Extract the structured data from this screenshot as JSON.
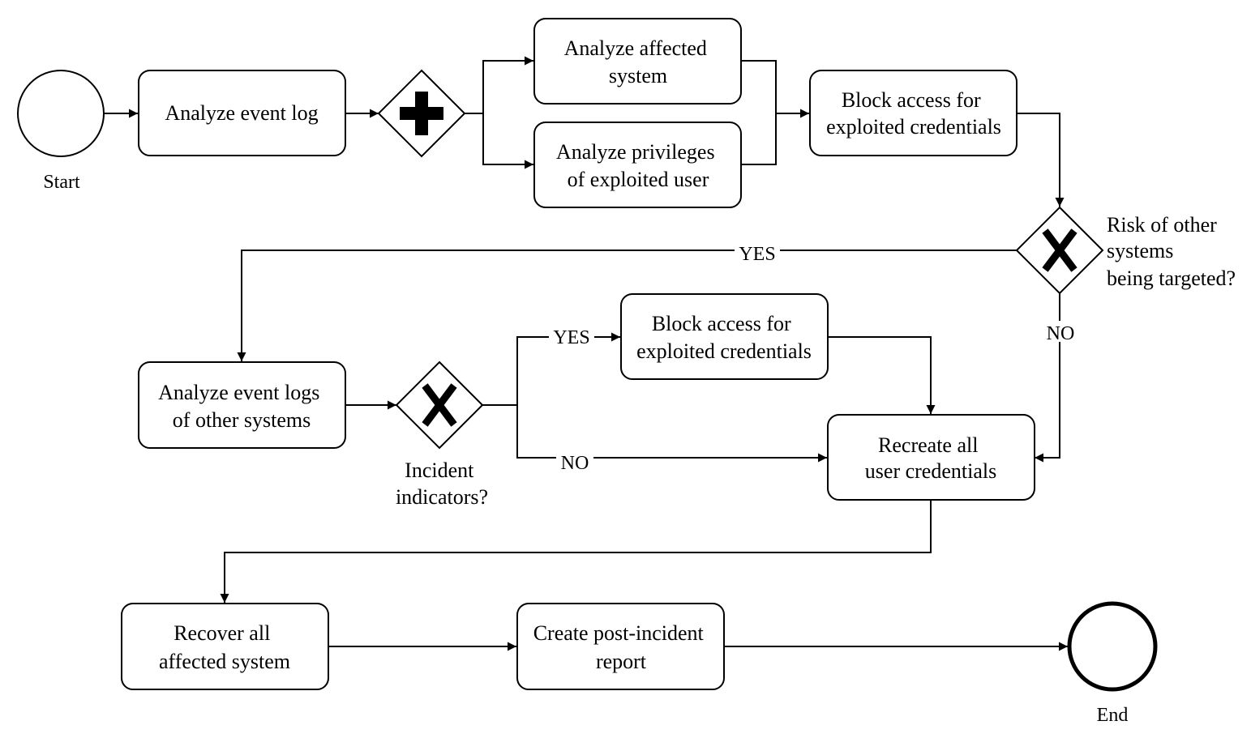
{
  "events": {
    "start": {
      "label": "Start"
    },
    "end": {
      "label": "End"
    }
  },
  "tasks": {
    "analyze_event_log": [
      "Analyze event log"
    ],
    "analyze_affected_system": [
      "Analyze affected",
      "system"
    ],
    "analyze_privileges": [
      "Analyze privileges",
      "of exploited user"
    ],
    "block_access_top": [
      "Block access for",
      "exploited credentials"
    ],
    "analyze_event_logs_other": [
      "Analyze event logs",
      "of other systems"
    ],
    "block_access_middle": [
      "Block access for",
      "exploited credentials"
    ],
    "recreate_credentials": [
      "Recreate all",
      "user credentials"
    ],
    "recover_systems": [
      "Recover all",
      "affected system"
    ],
    "post_incident_report": [
      "Create post-incident",
      "report"
    ]
  },
  "gateways": {
    "risk_question": [
      "Risk of other",
      "systems",
      "being targeted?"
    ],
    "incident_question": [
      "Incident",
      "indicators?"
    ]
  },
  "flow_labels": {
    "risk_yes": "YES",
    "risk_no": "NO",
    "incident_yes": "YES",
    "incident_no": "NO"
  },
  "colors": {
    "stroke": "#000000",
    "fill": "#ffffff"
  }
}
